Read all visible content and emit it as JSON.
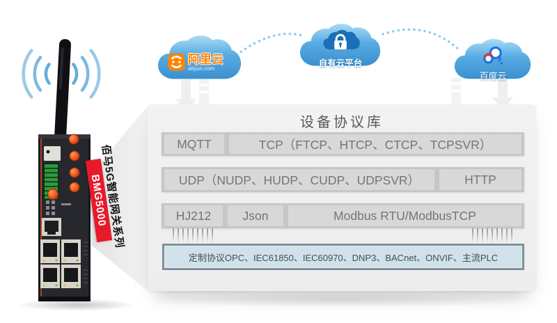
{
  "colors": {
    "accent_red": "#e71a2b",
    "aliyun_orange": "#ff8300",
    "wifi_blue": "#5da8d8",
    "cloud_top": "#a9dbf6",
    "cloud_mid": "#58abe2",
    "cloud_bottom": "#3a90d0",
    "row_strip": "#c6c6c6",
    "row_block": "#d8d8d8",
    "row_text": "#757575",
    "bottom_bar_fill": "#d0e1e9",
    "bottom_bar_border": "#7e8f9a"
  },
  "device": {
    "model": "BMG5000",
    "series": "佰马5G智能网关系列"
  },
  "clouds": {
    "aliyun": {
      "label": "阿里云",
      "domain": "aliyun.com"
    },
    "private": {
      "label": "自有云平台"
    },
    "baidu": {
      "label": "百度云"
    }
  },
  "panel": {
    "title": "设备协议库",
    "rows": [
      {
        "blocks": [
          "MQTT",
          "TCP（FTCP、HTCP、CTCP、TCPSVR）"
        ]
      },
      {
        "blocks": [
          "UDP（NUDP、HUDP、CUDP、UDPSVR）",
          "HTTP"
        ]
      },
      {
        "blocks": [
          "HJ212",
          "Json",
          "Modbus RTU/ModbusTCP"
        ]
      }
    ],
    "bottom_bar": "定制协议OPC、IEC61850、IEC60970、DNP3、BACnet、ONVIF、主流PLC"
  }
}
